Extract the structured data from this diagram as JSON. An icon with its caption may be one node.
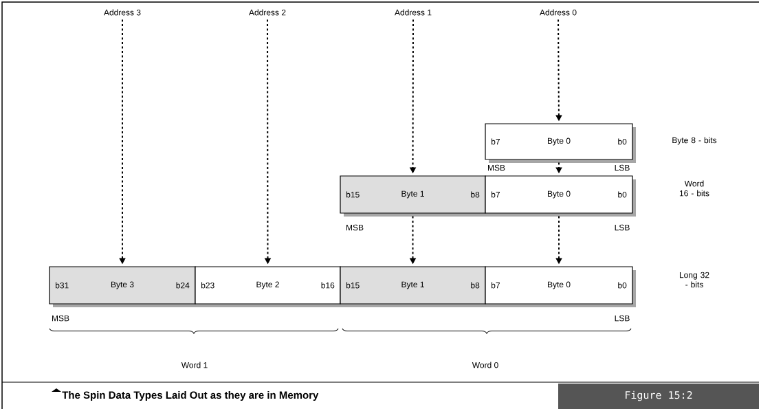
{
  "diagram": {
    "caption": "The Spin Data Types Laid Out as they are in Memory",
    "nodes": [
      {
        "text": [
          "Address 3"
        ]
      },
      {
        "text": [
          "Address 2"
        ]
      },
      {
        "text": [
          "Address 1"
        ]
      },
      {
        "text": [
          "Address 0"
        ]
      },
      {
        "text": [
          "b7",
          "Byte 0",
          "b0"
        ]
      },
      {
        "text": [
          "b15",
          "Byte 1",
          "b8"
        ]
      },
      {
        "text": [
          "b7",
          "Byte 0",
          "b0"
        ]
      },
      {
        "text": [
          "b31",
          "Byte 3",
          "b24"
        ]
      },
      {
        "text": [
          "b23",
          "Byte 2",
          "b16"
        ]
      },
      {
        "text": [
          "b15",
          "Byte 1",
          "b8"
        ]
      },
      {
        "text": [
          "b7",
          "Byte 0",
          "b0"
        ]
      }
    ],
    "edges": [
      {
        "from": 0,
        "to": 7,
        "arrow": "to",
        "style": "dashed"
      },
      {
        "from": 1,
        "to": 8,
        "arrow": "to",
        "style": "dashed"
      },
      {
        "from": 2,
        "to": 5,
        "arrow": "to",
        "style": "dashed"
      },
      {
        "from": 3,
        "to": 4,
        "arrow": "to",
        "style": "dashed"
      },
      {
        "from": 4,
        "to": 6,
        "arrow": "to",
        "style": "dashed"
      },
      {
        "from": 5,
        "to": 9,
        "arrow": "to",
        "style": "dashed"
      },
      {
        "from": 6,
        "to": 10,
        "arrow": "to",
        "style": "dashed"
      }
    ],
    "labels": [
      "Byte 8 - bits",
      "MSB",
      "LSB",
      "Word 16 - bits",
      "MSB",
      "LSB",
      "Long 32 - bits",
      "MSB",
      "LSB",
      "Word 1",
      "Word 0",
      "Figure 15:2"
    ]
  }
}
